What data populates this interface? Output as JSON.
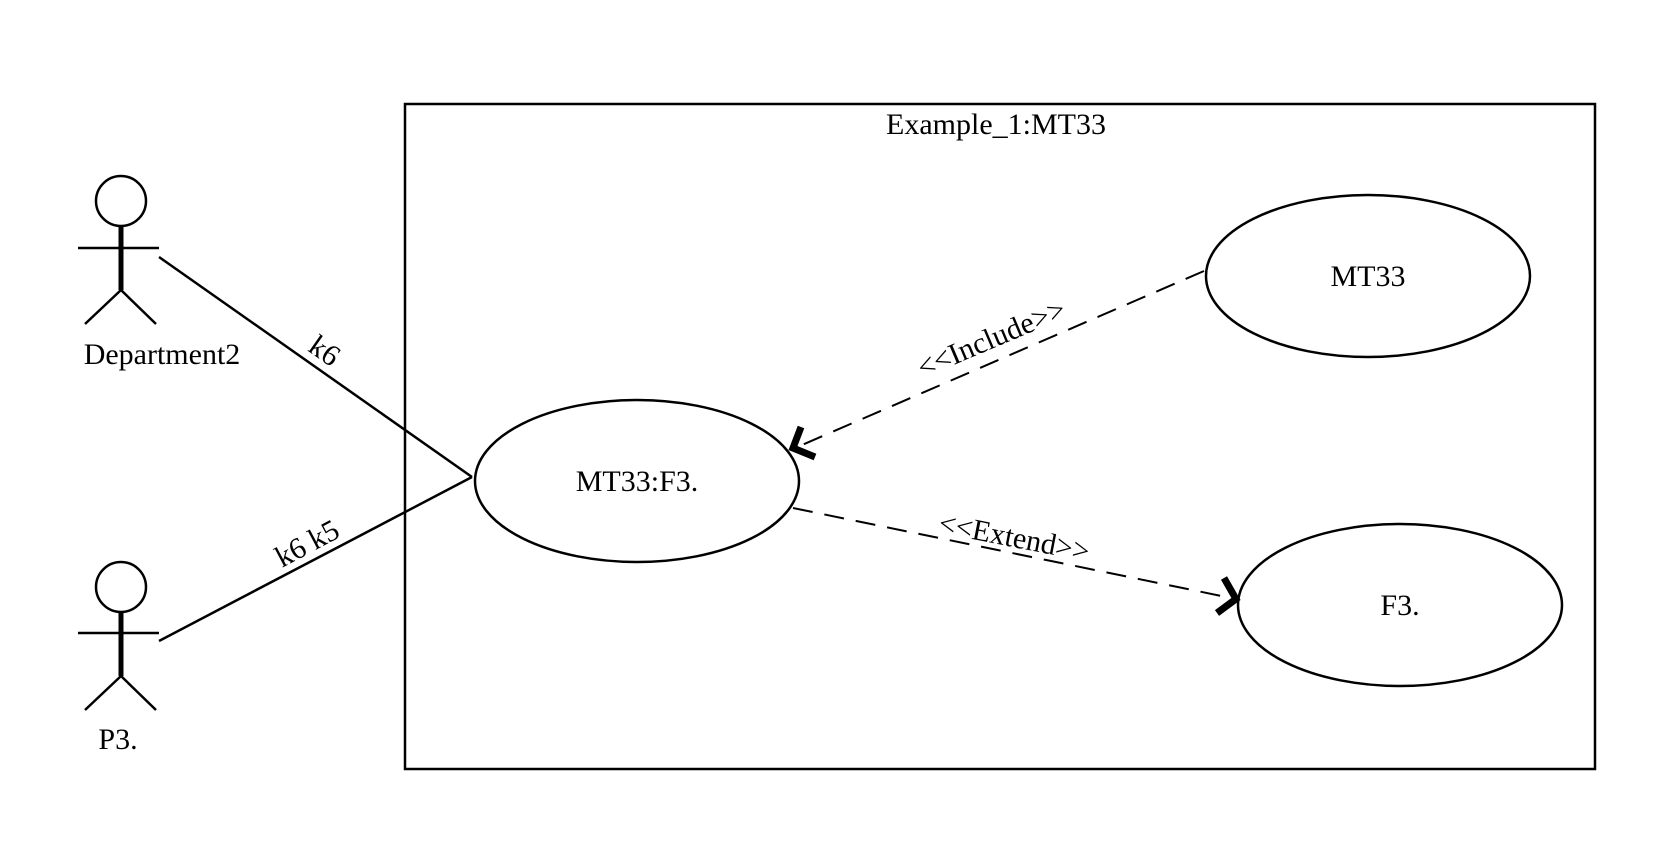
{
  "diagram": {
    "type": "use-case",
    "system": {
      "title": "Example_1:MT33"
    },
    "actors": [
      {
        "id": "department2",
        "label": "Department2"
      },
      {
        "id": "p3",
        "label": "P3."
      }
    ],
    "use_cases": [
      {
        "id": "mt33f3",
        "label": "MT33:F3."
      },
      {
        "id": "mt33",
        "label": "MT33"
      },
      {
        "id": "f3",
        "label": "F3."
      }
    ],
    "associations": [
      {
        "from": "department2",
        "to": "mt33f3",
        "label": "k6"
      },
      {
        "from": "p3",
        "to": "mt33f3",
        "label": "k6 k5"
      }
    ],
    "relationships": [
      {
        "from": "mt33",
        "to": "mt33f3",
        "kind": "include",
        "label": "<<Include>>",
        "line": "dashed"
      },
      {
        "from": "mt33f3",
        "to": "f3",
        "kind": "extend",
        "label": "<<Extend>>",
        "line": "dashed"
      }
    ]
  },
  "colors": {
    "stroke": "#000000",
    "background": "#ffffff"
  }
}
